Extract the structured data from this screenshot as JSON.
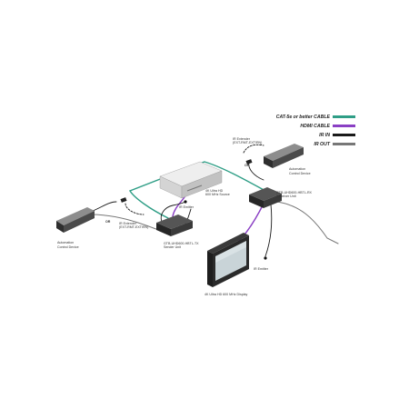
{
  "legend": {
    "cat5": "CAT-5e or better CABLE",
    "hdmi": "HDMI CABLE",
    "ir_in": "IR IN",
    "ir_out": "IR OUT"
  },
  "colors": {
    "cat5": "#2f9e86",
    "hdmi": "#8a3fc4",
    "ir_in": "#1a1a1a",
    "ir_out": "#777777"
  },
  "labels": {
    "automation_left_1": "Automation",
    "automation_left_2": "Control Device",
    "automation_right_1": "Automation",
    "automation_right_2": "Control Device",
    "ir_ext_left_1": "IR Extender",
    "ir_ext_left_2": "(EXT-RMT-EXTIRN)",
    "ir_ext_right_1": "IR Extender",
    "ir_ext_right_2": "(EXT-RMT-EXTIRN)",
    "or_left": "OR",
    "or_right": "OR",
    "source_1": "4K Ultra HD",
    "source_2": "600 MHz Source",
    "ir_emitter_sender": "IR Emitter",
    "sender_1": "GTB-UHD600-HBTL-TX",
    "sender_2": "Sender Unit",
    "receiver_1": "GTB-UHD600-HBTL-RX",
    "receiver_2": "Receiver Unit",
    "ir_emitter_display": "IR Emitter",
    "display": "4K Ultra HD 600 MHz Display"
  }
}
